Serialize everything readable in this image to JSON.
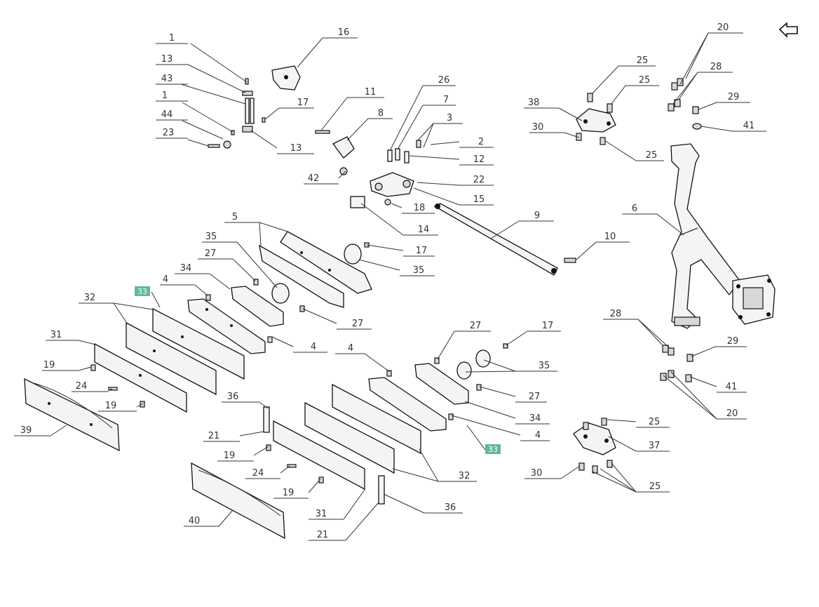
{
  "diagram": {
    "type": "exploded-parts-view",
    "back_icon": "back-arrow-icon",
    "highlight_color": "#5fb99a",
    "callouts": [
      {
        "id": "c1a",
        "label": "1"
      },
      {
        "id": "c13a",
        "label": "13"
      },
      {
        "id": "c43",
        "label": "43"
      },
      {
        "id": "c1b",
        "label": "1"
      },
      {
        "id": "c44",
        "label": "44"
      },
      {
        "id": "c23",
        "label": "23"
      },
      {
        "id": "c16",
        "label": "16"
      },
      {
        "id": "c17a",
        "label": "17"
      },
      {
        "id": "c13b",
        "label": "13"
      },
      {
        "id": "c11",
        "label": "11"
      },
      {
        "id": "c8",
        "label": "8"
      },
      {
        "id": "c42",
        "label": "42"
      },
      {
        "id": "c26",
        "label": "26"
      },
      {
        "id": "c7",
        "label": "7"
      },
      {
        "id": "c3",
        "label": "3"
      },
      {
        "id": "c2",
        "label": "2"
      },
      {
        "id": "c12",
        "label": "12"
      },
      {
        "id": "c22",
        "label": "22"
      },
      {
        "id": "c15",
        "label": "15"
      },
      {
        "id": "c18",
        "label": "18"
      },
      {
        "id": "c14",
        "label": "14"
      },
      {
        "id": "c9",
        "label": "9"
      },
      {
        "id": "c10",
        "label": "10"
      },
      {
        "id": "c20a",
        "label": "20"
      },
      {
        "id": "c28a",
        "label": "28"
      },
      {
        "id": "c29a",
        "label": "29"
      },
      {
        "id": "c41a",
        "label": "41"
      },
      {
        "id": "c25a",
        "label": "25"
      },
      {
        "id": "c25b",
        "label": "25"
      },
      {
        "id": "c38",
        "label": "38"
      },
      {
        "id": "c30a",
        "label": "30"
      },
      {
        "id": "c25c",
        "label": "25"
      },
      {
        "id": "c6",
        "label": "6"
      },
      {
        "id": "c5",
        "label": "5"
      },
      {
        "id": "c35a",
        "label": "35"
      },
      {
        "id": "c27a",
        "label": "27"
      },
      {
        "id": "c34a",
        "label": "34"
      },
      {
        "id": "c4a",
        "label": "4"
      },
      {
        "id": "c32a",
        "label": "32"
      },
      {
        "id": "c17b",
        "label": "17"
      },
      {
        "id": "c35b",
        "label": "35"
      },
      {
        "id": "c27b",
        "label": "27"
      },
      {
        "id": "c4b",
        "label": "4"
      },
      {
        "id": "c31a",
        "label": "31"
      },
      {
        "id": "c19a",
        "label": "19"
      },
      {
        "id": "c24a",
        "label": "24"
      },
      {
        "id": "c19b",
        "label": "19"
      },
      {
        "id": "c39",
        "label": "39"
      },
      {
        "id": "c27c",
        "label": "27"
      },
      {
        "id": "c17c",
        "label": "17"
      },
      {
        "id": "c4c",
        "label": "4"
      },
      {
        "id": "c35c",
        "label": "35"
      },
      {
        "id": "c27d",
        "label": "27"
      },
      {
        "id": "c34b",
        "label": "34"
      },
      {
        "id": "c4d",
        "label": "4"
      },
      {
        "id": "c36a",
        "label": "36"
      },
      {
        "id": "c21a",
        "label": "21"
      },
      {
        "id": "c19c",
        "label": "19"
      },
      {
        "id": "c24b",
        "label": "24"
      },
      {
        "id": "c19d",
        "label": "19"
      },
      {
        "id": "c32b",
        "label": "32"
      },
      {
        "id": "c31b",
        "label": "31"
      },
      {
        "id": "c36b",
        "label": "36"
      },
      {
        "id": "c21b",
        "label": "21"
      },
      {
        "id": "c40",
        "label": "40"
      },
      {
        "id": "c28b",
        "label": "28"
      },
      {
        "id": "c29b",
        "label": "29"
      },
      {
        "id": "c41b",
        "label": "41"
      },
      {
        "id": "c20b",
        "label": "20"
      },
      {
        "id": "c25d",
        "label": "25"
      },
      {
        "id": "c37",
        "label": "37"
      },
      {
        "id": "c30b",
        "label": "30"
      },
      {
        "id": "c25e",
        "label": "25"
      }
    ],
    "highlighted": [
      {
        "id": "h1",
        "label": "33"
      },
      {
        "id": "h2",
        "label": "33"
      }
    ]
  }
}
